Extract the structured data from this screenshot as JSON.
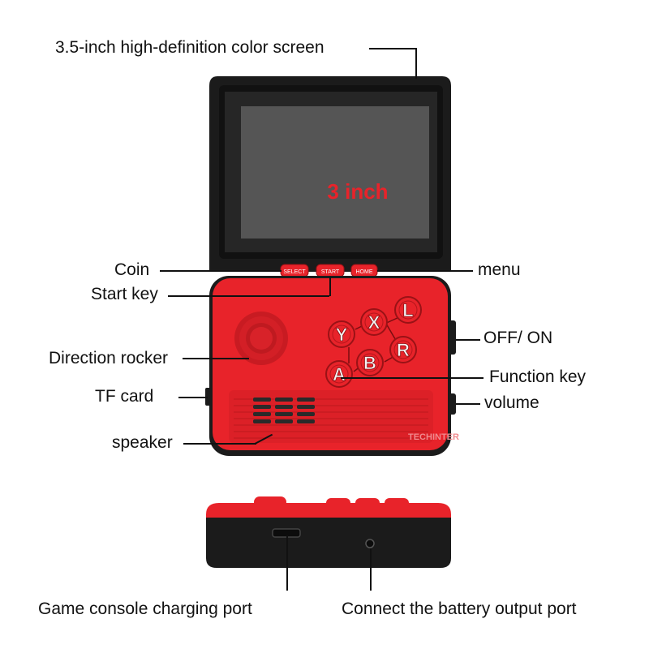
{
  "labels": {
    "screen": "3.5-inch high-definition color screen",
    "coin": "Coin",
    "start_key": "Start key",
    "menu": "menu",
    "off_on": "OFF/ ON",
    "direction_rocker": "Direction rocker",
    "function_key": "Function key",
    "tf_card": "TF card",
    "volume": "volume",
    "speaker": "speaker",
    "charging_port": "Game console charging port",
    "battery_port": "Connect the battery output port"
  },
  "screen_text": "3 inch",
  "buttons": {
    "select": "SELECT",
    "start": "START",
    "home": "HOME"
  },
  "face_buttons": [
    "Y",
    "X",
    "L",
    "B",
    "R",
    "A"
  ],
  "watermark": "TECHINTER",
  "colors": {
    "body_red": "#e8232a",
    "body_black": "#1b1b1b",
    "screen_gray": "#505050",
    "screen_text": "#e8232a"
  }
}
